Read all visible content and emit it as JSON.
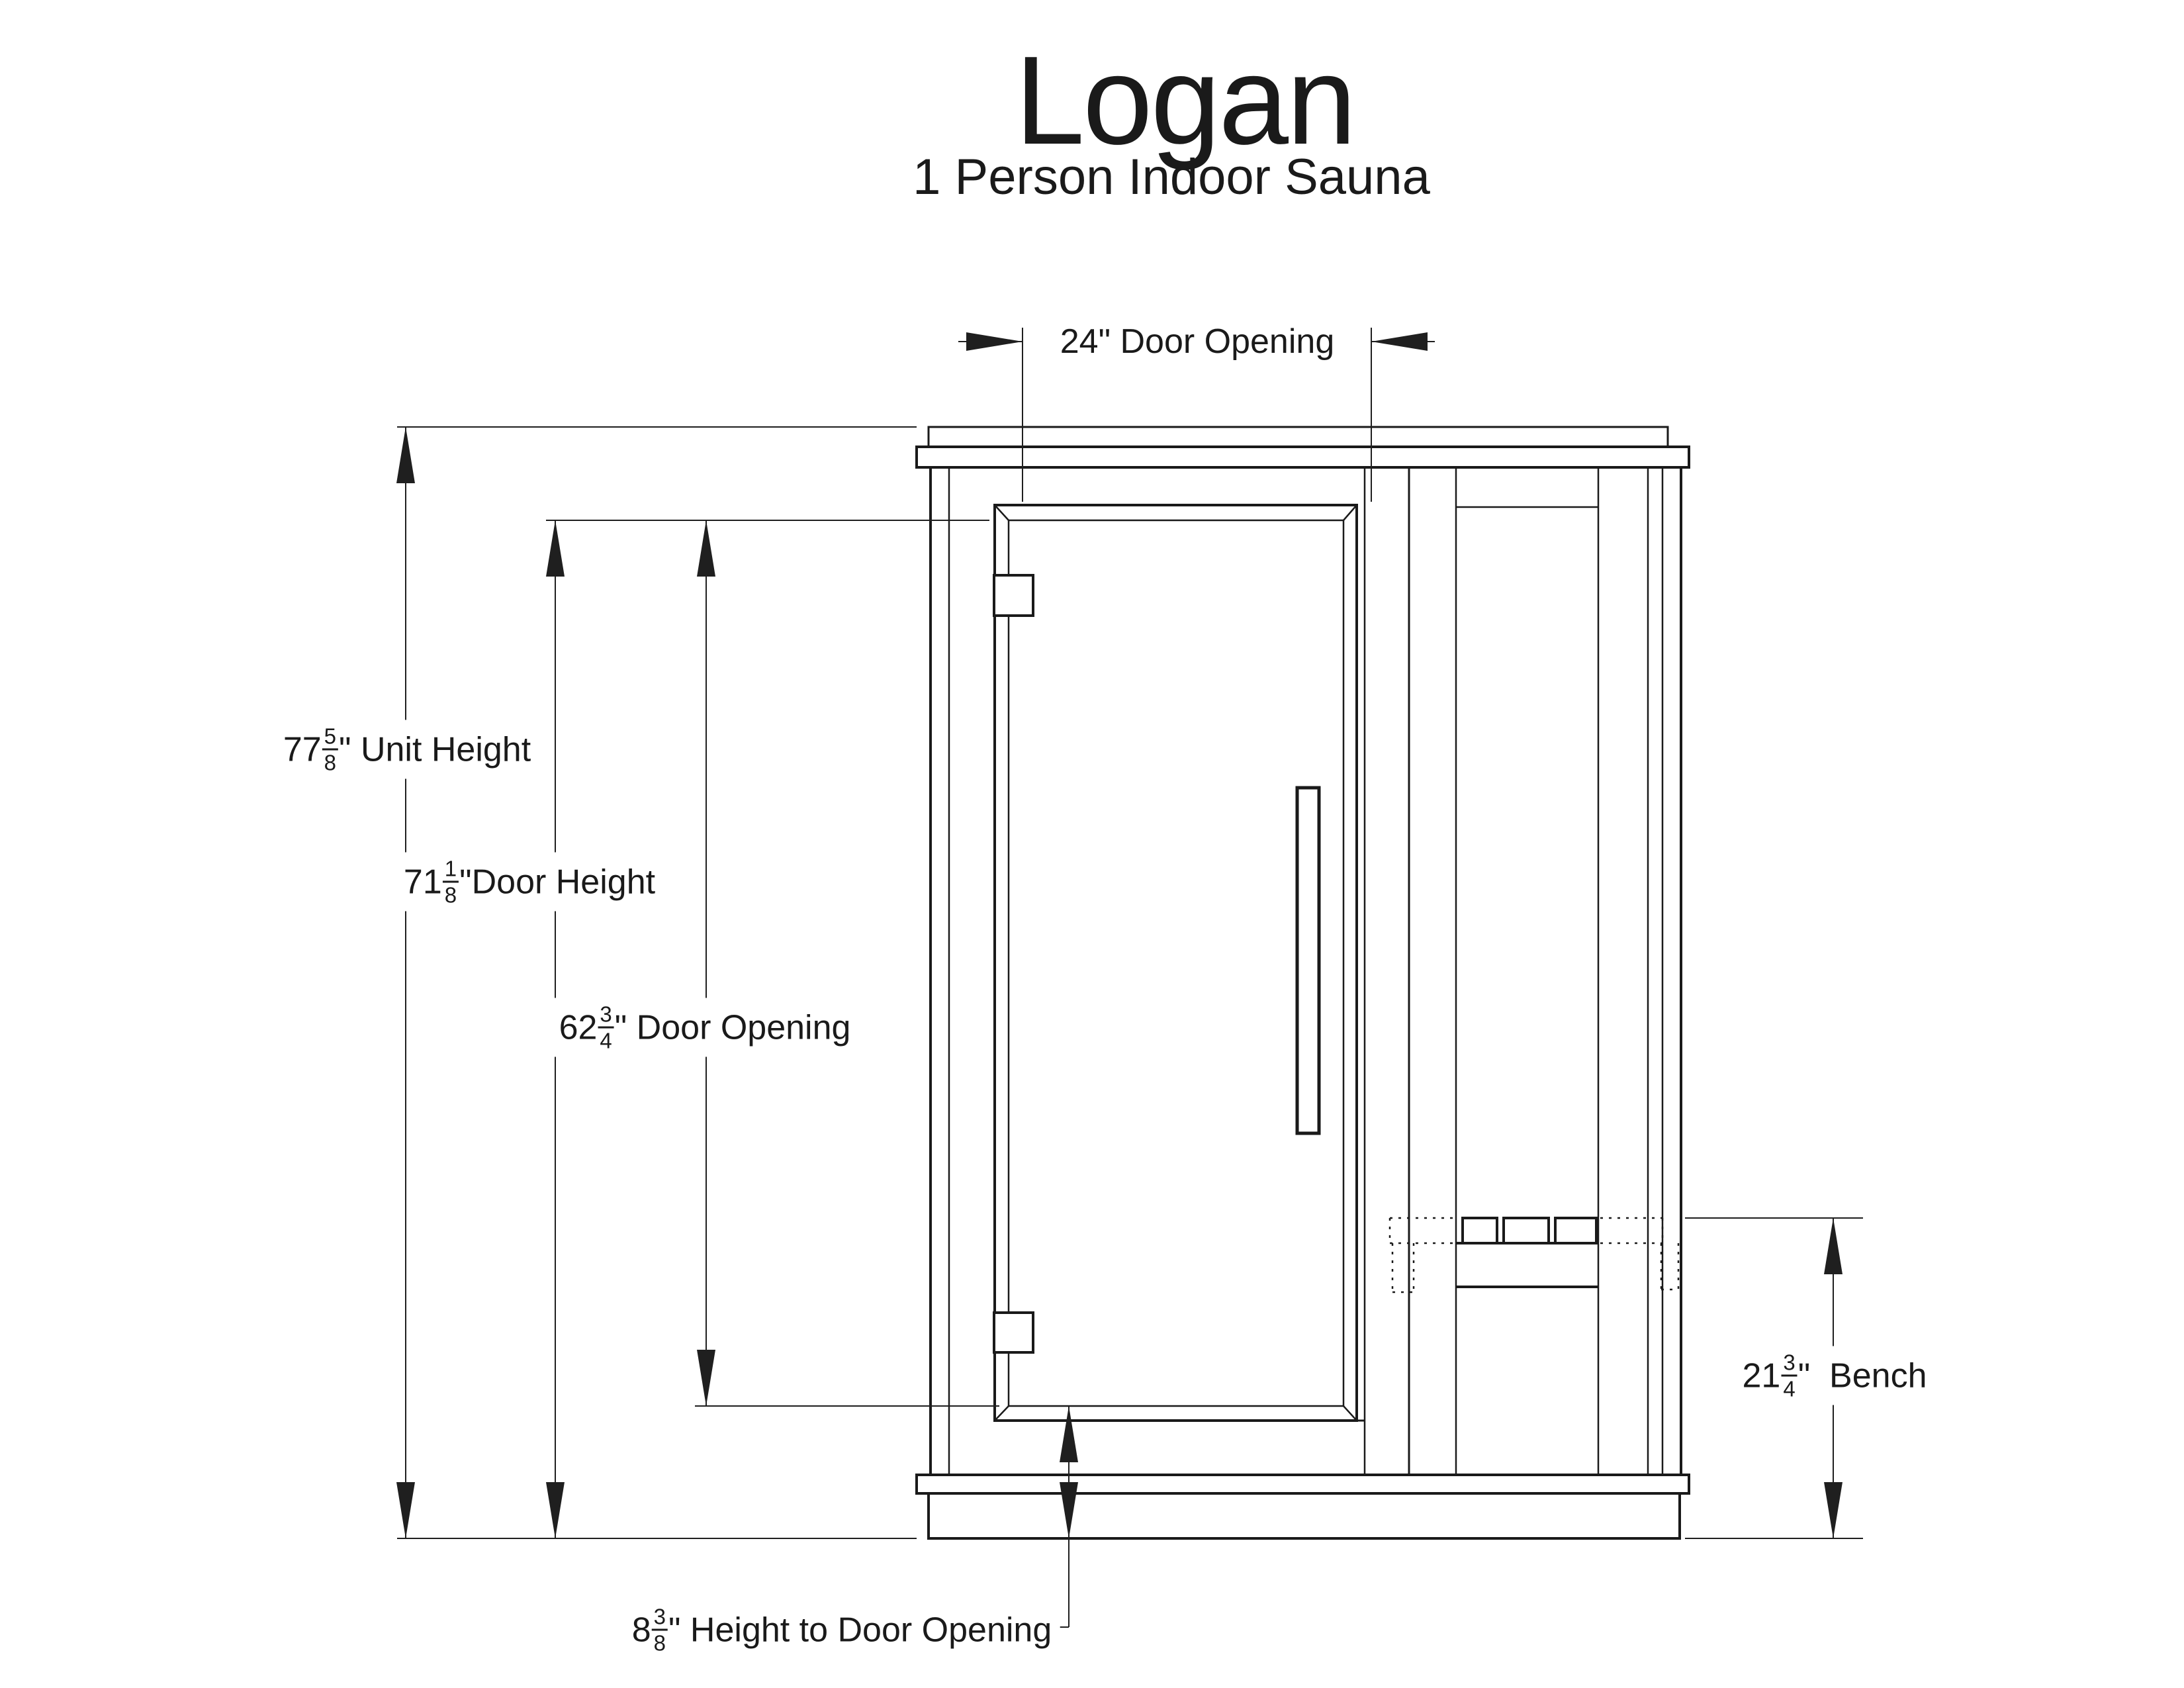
{
  "page": {
    "background": "#ffffff",
    "ink": "#1a1a1a",
    "dim_ink": "#1f1f1f"
  },
  "header": {
    "title": "Logan",
    "subtitle": "1 Person Indoor Sauna"
  },
  "dimensions": {
    "door_opening_width": {
      "text": "24\" Door Opening"
    },
    "unit_height": {
      "whole": "77",
      "num": "5",
      "den": "8",
      "suffix": "\" Unit Height"
    },
    "door_height": {
      "whole": "71",
      "num": "1",
      "den": "8",
      "suffix": "\"Door Height"
    },
    "door_opening_height": {
      "whole": "62",
      "num": "3",
      "den": "4",
      "suffix": "\" Door Opening"
    },
    "bench_height": {
      "whole": "21",
      "num": "3",
      "den": "4",
      "suffix": "\"  Bench"
    },
    "height_to_door_opening": {
      "whole": "8",
      "num": "3",
      "den": "8",
      "suffix": "\" Height to Door Opening"
    }
  }
}
